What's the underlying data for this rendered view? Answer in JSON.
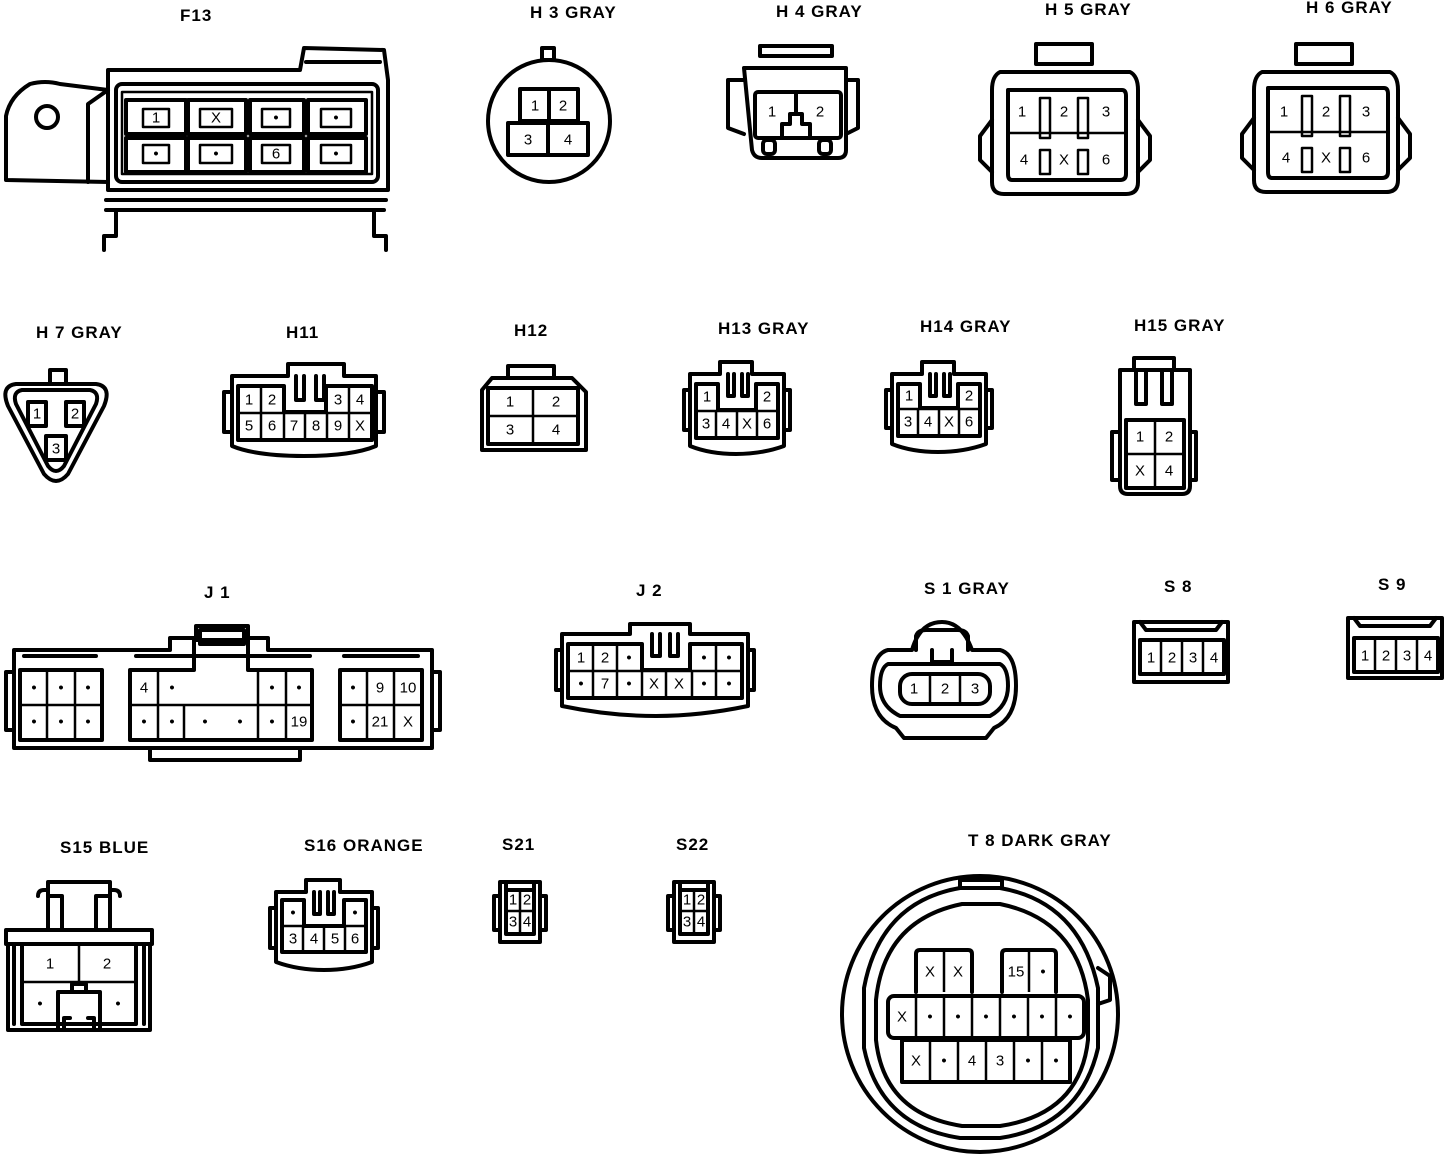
{
  "labels": {
    "f13": "F13",
    "h3": "H 3 GRAY",
    "h4": "H 4 GRAY",
    "h5": "H 5 GRAY",
    "h6": "H 6 GRAY",
    "h7": "H 7 GRAY",
    "h11": "H11",
    "h12": "H12",
    "h13": "H13 GRAY",
    "h14": "H14 GRAY",
    "h15": "H15 GRAY",
    "j1": "J 1",
    "j2": "J 2",
    "s1": "S 1 GRAY",
    "s8": "S 8",
    "s9": "S 9",
    "s15": "S15 BLUE",
    "s16": "S16 ORANGE",
    "s21": "S21",
    "s22": "S22",
    "t8": "T 8 DARK GRAY"
  },
  "pins": {
    "f13": [
      "1",
      "X",
      "•",
      "•",
      "•",
      "•",
      "6",
      "•"
    ],
    "h3": [
      "1",
      "2",
      "3",
      "4"
    ],
    "h4": [
      "1",
      "2"
    ],
    "h5": [
      "1",
      "2",
      "3",
      "4",
      "X",
      "6"
    ],
    "h6": [
      "1",
      "2",
      "3",
      "4",
      "X",
      "6"
    ],
    "h7": [
      "1",
      "2",
      "3"
    ],
    "h11": [
      "1",
      "2",
      "3",
      "4",
      "5",
      "6",
      "7",
      "8",
      "9",
      "X"
    ],
    "h12": [
      "1",
      "2",
      "3",
      "4"
    ],
    "h13": [
      "1",
      "2",
      "3",
      "4",
      "X",
      "6"
    ],
    "h14": [
      "1",
      "2",
      "3",
      "4",
      "X",
      "6"
    ],
    "h15": [
      "1",
      "2",
      "X",
      "4"
    ],
    "j1": [
      "•",
      "•",
      "•",
      "4",
      "•",
      "•",
      "•",
      "•",
      "9",
      "10",
      "•",
      "•",
      "•",
      "•",
      "•",
      "•",
      "•",
      "•",
      "19",
      "•",
      "21",
      "X"
    ],
    "j2": [
      "1",
      "2",
      "•",
      "•",
      "•",
      "•",
      "7",
      "•",
      "X",
      "X",
      "•",
      "•"
    ],
    "s1": [
      "1",
      "2",
      "3"
    ],
    "s8": [
      "1",
      "2",
      "3",
      "4"
    ],
    "s9": [
      "1",
      "2",
      "3",
      "4"
    ],
    "s15": [
      "1",
      "2",
      "•",
      "•"
    ],
    "s16": [
      "•",
      "•",
      "3",
      "4",
      "5",
      "6"
    ],
    "s21": [
      "1",
      "2",
      "3",
      "4"
    ],
    "s22": [
      "1",
      "2",
      "3",
      "4"
    ],
    "t8": [
      "X",
      "X",
      "15",
      "•",
      "X",
      "•",
      "•",
      "•",
      "•",
      "•",
      "•",
      "X",
      "•",
      "4",
      "3",
      "•",
      "•"
    ]
  }
}
